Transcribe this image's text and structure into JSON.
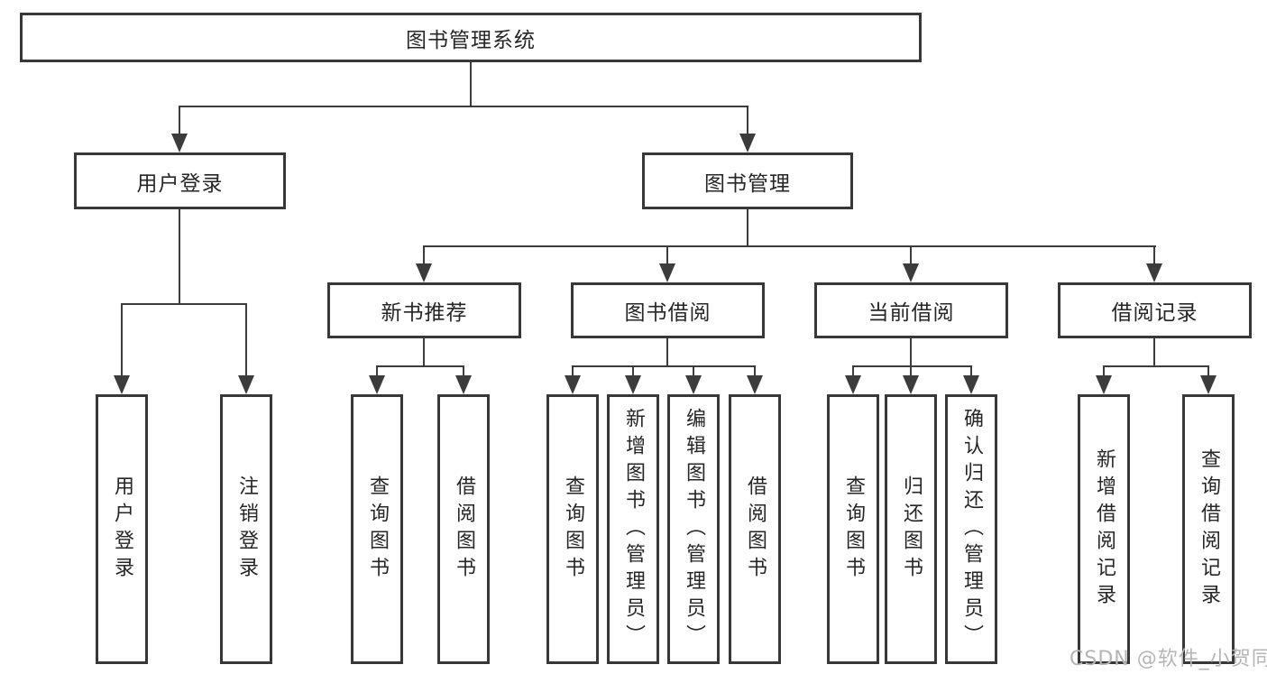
{
  "diagram": {
    "root": {
      "label": "图书管理系统",
      "children": [
        {
          "label": "用户登录",
          "children": [
            {
              "label": "用户登录"
            },
            {
              "label": "注销登录"
            }
          ]
        },
        {
          "label": "图书管理",
          "children": [
            {
              "label": "新书推荐",
              "children": [
                {
                  "label": "查询图书"
                },
                {
                  "label": "借阅图书"
                }
              ]
            },
            {
              "label": "图书借阅",
              "children": [
                {
                  "label": "查询图书"
                },
                {
                  "label": "新增图书（管理员）"
                },
                {
                  "label": "编辑图书（管理员）"
                },
                {
                  "label": "借阅图书"
                }
              ]
            },
            {
              "label": "当前借阅",
              "children": [
                {
                  "label": "查询图书"
                },
                {
                  "label": "归还图书"
                },
                {
                  "label": "确认归还（管理员）"
                }
              ]
            },
            {
              "label": "借阅记录",
              "children": [
                {
                  "label": "新增借阅记录"
                },
                {
                  "label": "查询借阅记录"
                }
              ]
            }
          ]
        }
      ]
    }
  },
  "watermark": {
    "text": "CSDN @软件_小贺同学"
  },
  "colors": {
    "background": "#ffffff",
    "box_border": "#383838",
    "connector_line": "#3c3c3c",
    "text": "#262626",
    "watermark_text": "#b5b5b5"
  }
}
